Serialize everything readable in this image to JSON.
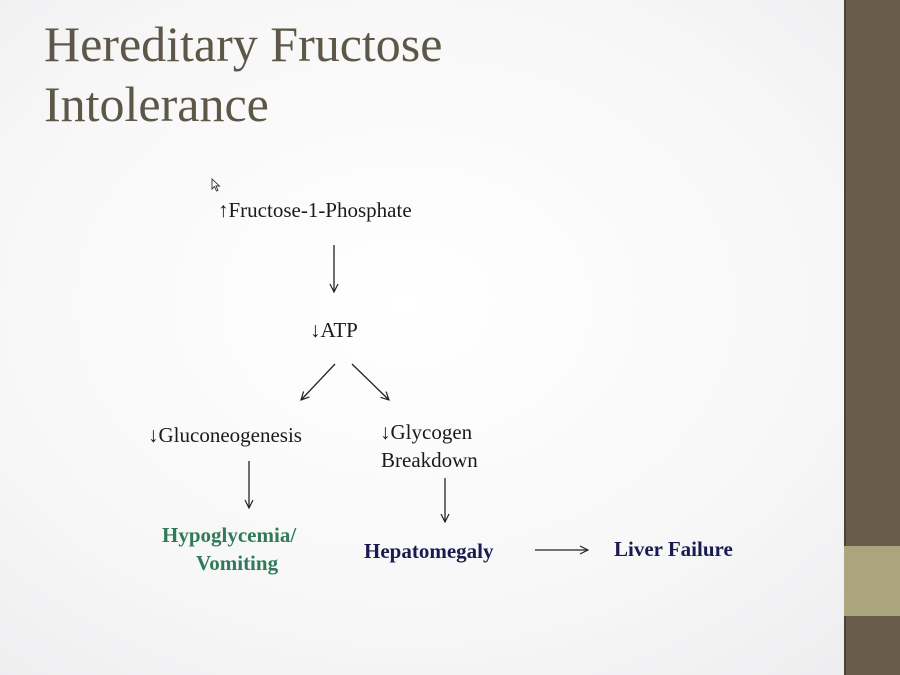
{
  "slide": {
    "title_line1": "Hereditary Fructose",
    "title_line2": "Intolerance",
    "nodes": {
      "fructose": "↑Fructose-1-Phosphate",
      "atp": "↓ATP",
      "gluconeogenesis": "↓Gluconeogenesis",
      "glycogen_line1": "↓Glycogen",
      "glycogen_line2": "Breakdown",
      "hypoglycemia_line1": "Hypoglycemia/",
      "hypoglycemia_line2": "Vomiting",
      "hepatomegaly": "Hepatomegaly",
      "liver_failure": "Liver Failure"
    },
    "colors": {
      "sidebar": "#695c4a",
      "sidebar_accent": "#aaa57c",
      "green_text": "#2f7a5a",
      "navy_text": "#1a1a50"
    }
  }
}
